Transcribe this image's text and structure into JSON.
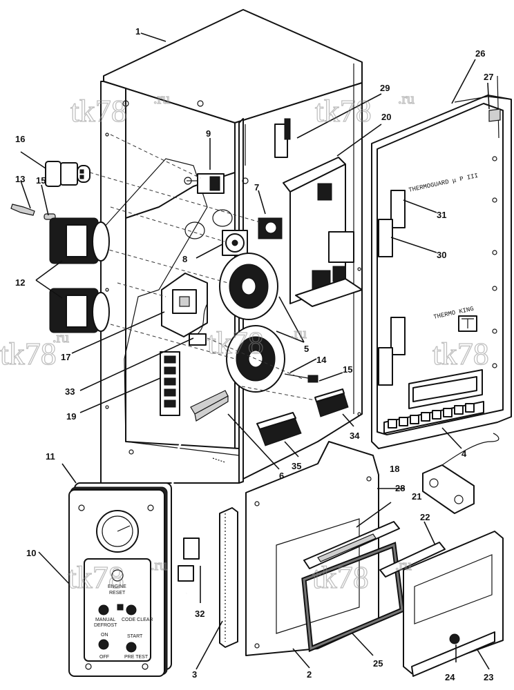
{
  "watermark": {
    "main": "tk78",
    "suffix": ".ru"
  },
  "callouts": [
    "1",
    "2",
    "3",
    "4",
    "5",
    "6",
    "7",
    "8",
    "9",
    "10",
    "11",
    "12",
    "13",
    "14",
    "15",
    "15",
    "16",
    "17",
    "18",
    "19",
    "20",
    "21",
    "22",
    "23",
    "24",
    "25",
    "26",
    "27",
    "28",
    "29",
    "30",
    "31",
    "32",
    "33",
    "34",
    "35"
  ],
  "door_panel": {
    "line1": "THERMOGUARD μ P III",
    "line2": "THERMO KING"
  },
  "control_panel": {
    "engine_reset": "ENGINE",
    "engine_reset2": "RESET",
    "manual_defrost": "MANUAL",
    "manual_defrost2": "DEFROST",
    "code_clear": "CODE CLEAR",
    "on": "ON",
    "off": "OFF",
    "start": "START",
    "pre_test": "PRE TEST"
  }
}
